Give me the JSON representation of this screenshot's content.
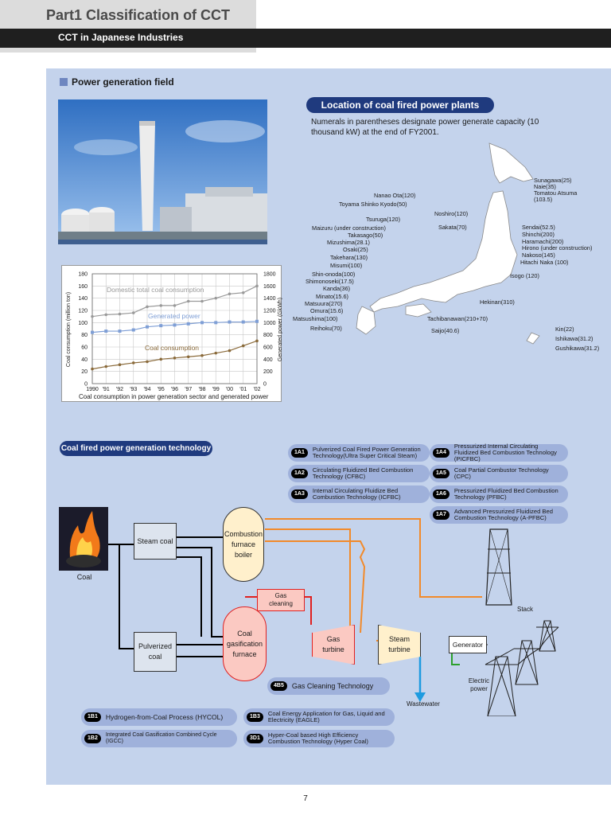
{
  "header": {
    "part_title": "Part1 Classification of CCT",
    "subtitle": "CCT in Japanese Industries"
  },
  "section": {
    "title": "Power generation field"
  },
  "location": {
    "title": "Location of coal fired power plants",
    "note": "Numerals in parentheses designate power generate capacity (10 thousand kW) at the end of FY2001.",
    "labels_left": [
      "Nanao Ota(120)",
      "Toyama Shinko Kyodo(50)",
      "Tsuruga(120)",
      "Maizuru (under construction)",
      "Takasago(50)",
      "Mizushima(28.1)",
      "Osaki(25)",
      "Takehara(130)",
      "Misumi(100)",
      "Shin-onoda(100)",
      "Shimonoseki(17.5)",
      "Kanda(36)",
      "Minato(15.6)",
      "Matsuura(270)",
      "Omura(15.6)",
      "Matsushima(100)",
      "Reihoku(70)"
    ],
    "labels_mid": [
      "Noshiro(120)",
      "Sakata(70)",
      "Hekinan(310)",
      "Tachibanawan(210+70)",
      "Saijo(40.6)"
    ],
    "labels_right": [
      "Sunagawa(25)",
      "Naie(35)",
      "Tomatou Atsuma",
      "(103.5)",
      "Sendai(52.5)",
      "Shinchi(200)",
      "Haramachi(200)",
      "Hirono (under construction)",
      "Nakoso(145)",
      "Hitachi Naka (100)",
      "Isogo (120)",
      "Kin(22)",
      "Ishikawa(31.2)",
      "Gushikawa(31.2)"
    ]
  },
  "chart_data": {
    "type": "line",
    "title": "",
    "caption": "Coal consumption in power generation sector and generated power",
    "categories": [
      "1990",
      "'91",
      "'92",
      "'93",
      "'94",
      "'95",
      "'96",
      "'97",
      "'98",
      "'99",
      "'00",
      "'01",
      "'02"
    ],
    "ylabel": "Coal consumption (million ton)",
    "y2label": "Generated power (GkWh)",
    "ylim": [
      0,
      180
    ],
    "y2lim": [
      0,
      1800
    ],
    "yticks": [
      "0",
      "20",
      "40",
      "60",
      "80",
      "100",
      "120",
      "140",
      "160",
      "180"
    ],
    "y2ticks": [
      "0",
      "200",
      "400",
      "600",
      "800",
      "1000",
      "1200",
      "1400",
      "1600",
      "1800"
    ],
    "series": [
      {
        "name": "Domestic total coal consumption",
        "axis": "left",
        "color": "#9a9a9a",
        "values": [
          110,
          113,
          114,
          116,
          126,
          128,
          128,
          135,
          135,
          140,
          147,
          149,
          160
        ]
      },
      {
        "name": "Generated power",
        "axis": "right",
        "color": "#7f9fd6",
        "values": [
          840,
          860,
          860,
          880,
          930,
          950,
          960,
          980,
          1000,
          1000,
          1010,
          1010,
          1020
        ]
      },
      {
        "name": "Coal consumption",
        "axis": "left",
        "color": "#8a6a3a",
        "values": [
          24,
          28,
          31,
          34,
          36,
          40,
          42,
          44,
          46,
          50,
          54,
          62,
          70
        ]
      }
    ]
  },
  "technology": {
    "title": "Coal fired power generation technology",
    "pills": [
      {
        "code": "1A1",
        "text": "Pulverized Coal Fired Power Generation Technology(Ultra Super Critical Steam)"
      },
      {
        "code": "1A2",
        "text": "Circulating Fluidized Bed Combustion Technology (CFBC)"
      },
      {
        "code": "1A3",
        "text": "Internal Circulating Fluidize Bed Combustion Technology (ICFBC)"
      },
      {
        "code": "1A4",
        "text": "Pressurized Internal Circulating Fluidized Bed Combustion Technology (PICFBC)"
      },
      {
        "code": "1A5",
        "text": "Coal Partial Combustor Technology (CPC)"
      },
      {
        "code": "1A6",
        "text": "Pressurized Fluidized Bed Combustion Technology (PFBC)"
      },
      {
        "code": "1A7",
        "text": "Advanced Pressurized Fluidized Bed Combustion Technology (A-PFBC)"
      },
      {
        "code": "4B5",
        "text": "Gas Cleaning Technology"
      },
      {
        "code": "1B1",
        "text": "Hydrogen-from-Coal Process (HYCOL)"
      },
      {
        "code": "1B2",
        "text": "Integrated Coal Gasification Combined Cycle (IGCC)"
      },
      {
        "code": "1B3",
        "text": "Coal Energy Application for Gas, Liquid and Electricity (EAGLE)"
      },
      {
        "code": "3D1",
        "text": "Hyper-Coal based High Efficiency Combustion Technology (Hyper Coal)"
      }
    ]
  },
  "diagram": {
    "coal": "Coal",
    "steam_coal": "Steam coal",
    "pulverized_coal": "Pulverized coal",
    "boiler": "Combustion furnace boiler",
    "gasification": "Coal gasification furnace",
    "gas_cleaning": "Gas cleaning",
    "gas_turbine": "Gas turbine",
    "steam_turbine": "Steam turbine",
    "generator": "Generator",
    "stack": "Stack",
    "wastewater": "Wastewater",
    "electric_power": "Electric power"
  },
  "page_number": "7"
}
